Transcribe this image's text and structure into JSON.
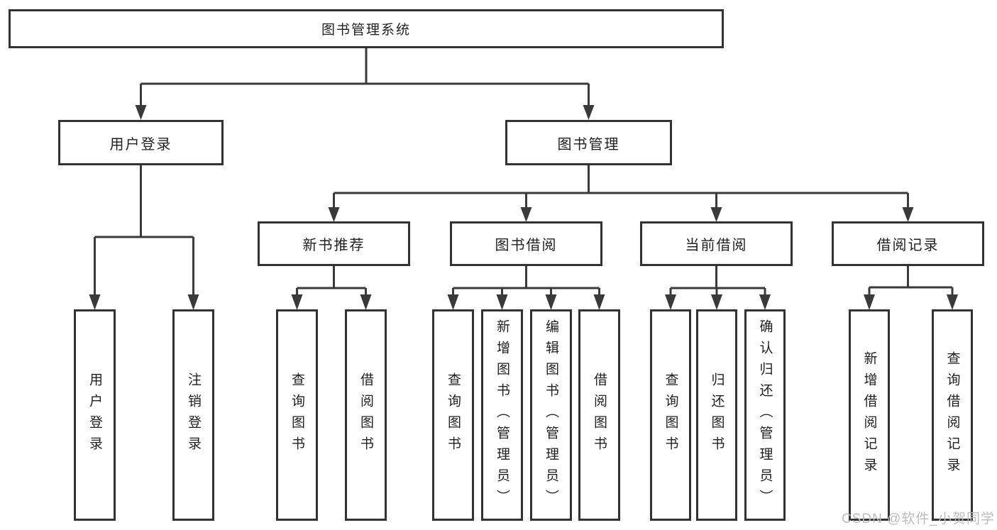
{
  "diagram": {
    "root": {
      "label": "图书管理系统"
    },
    "level2": [
      {
        "label": "用户登录"
      },
      {
        "label": "图书管理"
      }
    ],
    "level3": [
      {
        "label": "新书推荐"
      },
      {
        "label": "图书借阅"
      },
      {
        "label": "当前借阅"
      },
      {
        "label": "借阅记录"
      }
    ],
    "leaves": {
      "login": [
        {
          "label": "用户登录"
        },
        {
          "label": "注销登录"
        }
      ],
      "recommend": [
        {
          "label": "查询图书"
        },
        {
          "label": "借阅图书"
        }
      ],
      "borrow": [
        {
          "label": "查询图书"
        },
        {
          "label": "新增图书（管理员）"
        },
        {
          "label": "编辑图书（管理员）"
        },
        {
          "label": "借阅图书"
        }
      ],
      "current": [
        {
          "label": "查询图书"
        },
        {
          "label": "归还图书"
        },
        {
          "label": "确认归还（管理员）"
        }
      ],
      "records": [
        {
          "label": "新增借阅记录"
        },
        {
          "label": "查询借阅记录"
        }
      ]
    }
  },
  "watermark": {
    "text": "CSDN @软件_小贺同学"
  },
  "colors": {
    "line": "#3a3a3a",
    "box_border": "#333333",
    "box_bg": "#ffffff",
    "text": "#1f1f1f",
    "watermark": "#bcbcbc"
  }
}
